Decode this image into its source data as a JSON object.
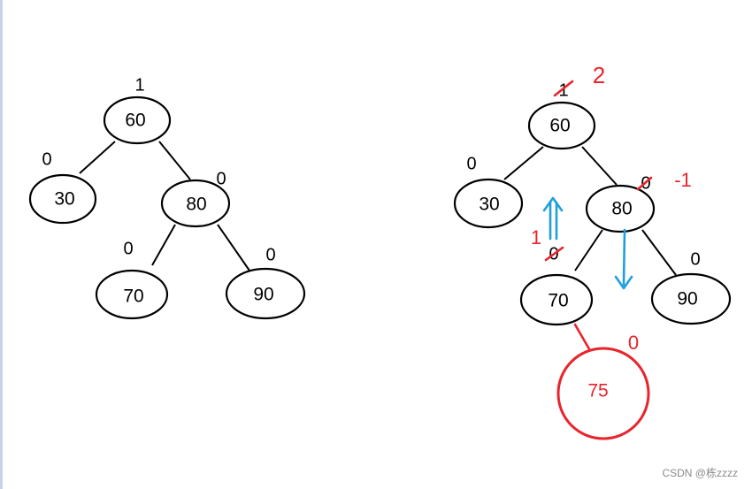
{
  "watermark": "CSDN @栋zzzz",
  "left_tree": {
    "nodes": {
      "n60": "60",
      "n30": "30",
      "n80": "80",
      "n70": "70",
      "n90": "90"
    },
    "balance_factors": {
      "n60": "1",
      "n30": "0",
      "n80": "0",
      "n70": "0",
      "n90": "0"
    }
  },
  "right_tree": {
    "nodes": {
      "n60": "60",
      "n30": "30",
      "n80": "80",
      "n70": "70",
      "n90": "90",
      "n75": "75"
    },
    "balance_factors": {
      "n60": "1",
      "n30": "0",
      "n80": "0",
      "n70": "0",
      "n90": "0"
    },
    "updated_balance_factors": {
      "n60": "2",
      "n80": "-1",
      "n70": "1",
      "n75": "0"
    }
  },
  "colors": {
    "annotation_red": "#e8242c",
    "annotation_blue": "#1fa0dc"
  }
}
